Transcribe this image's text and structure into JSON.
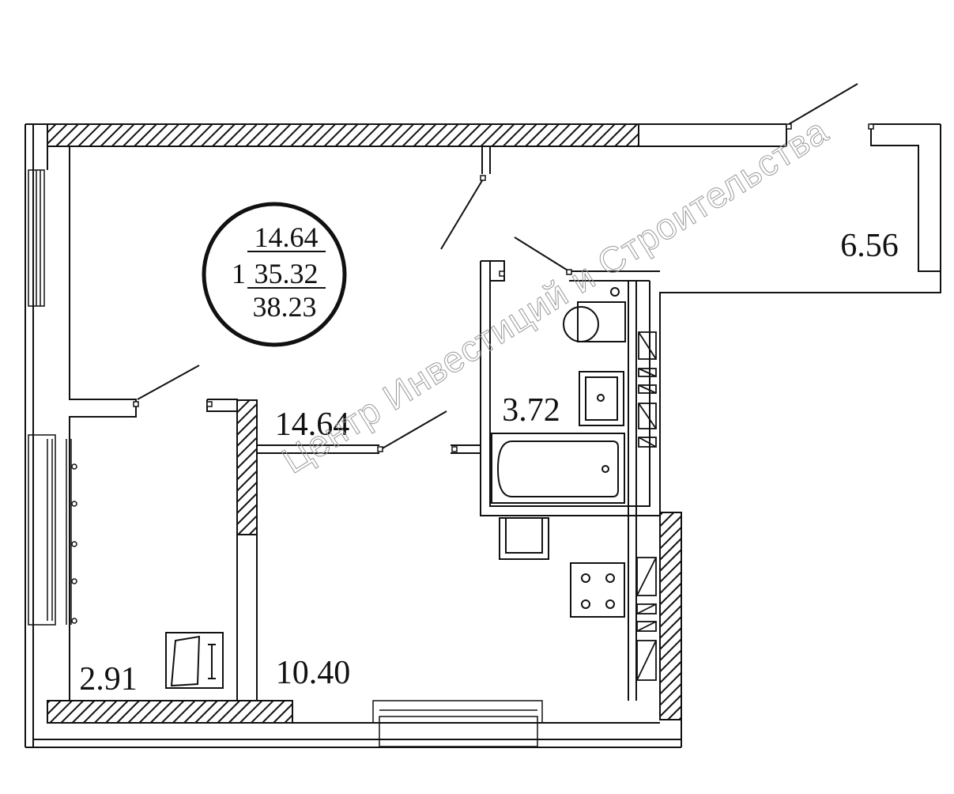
{
  "summary": {
    "count": "1",
    "living_area": "14.64",
    "total_area": "35.32",
    "total_with_balcony": "38.23"
  },
  "rooms": {
    "living_room": "14.64",
    "kitchen": "10.40",
    "bathroom": "3.72",
    "balcony": "2.91",
    "hallway_top": "6.56"
  },
  "watermark": "Центр Инвестиций и Строительства",
  "colors": {
    "line": "#111111",
    "hatch": "#111111",
    "background": "#ffffff",
    "watermark": "#9a9a9a"
  }
}
